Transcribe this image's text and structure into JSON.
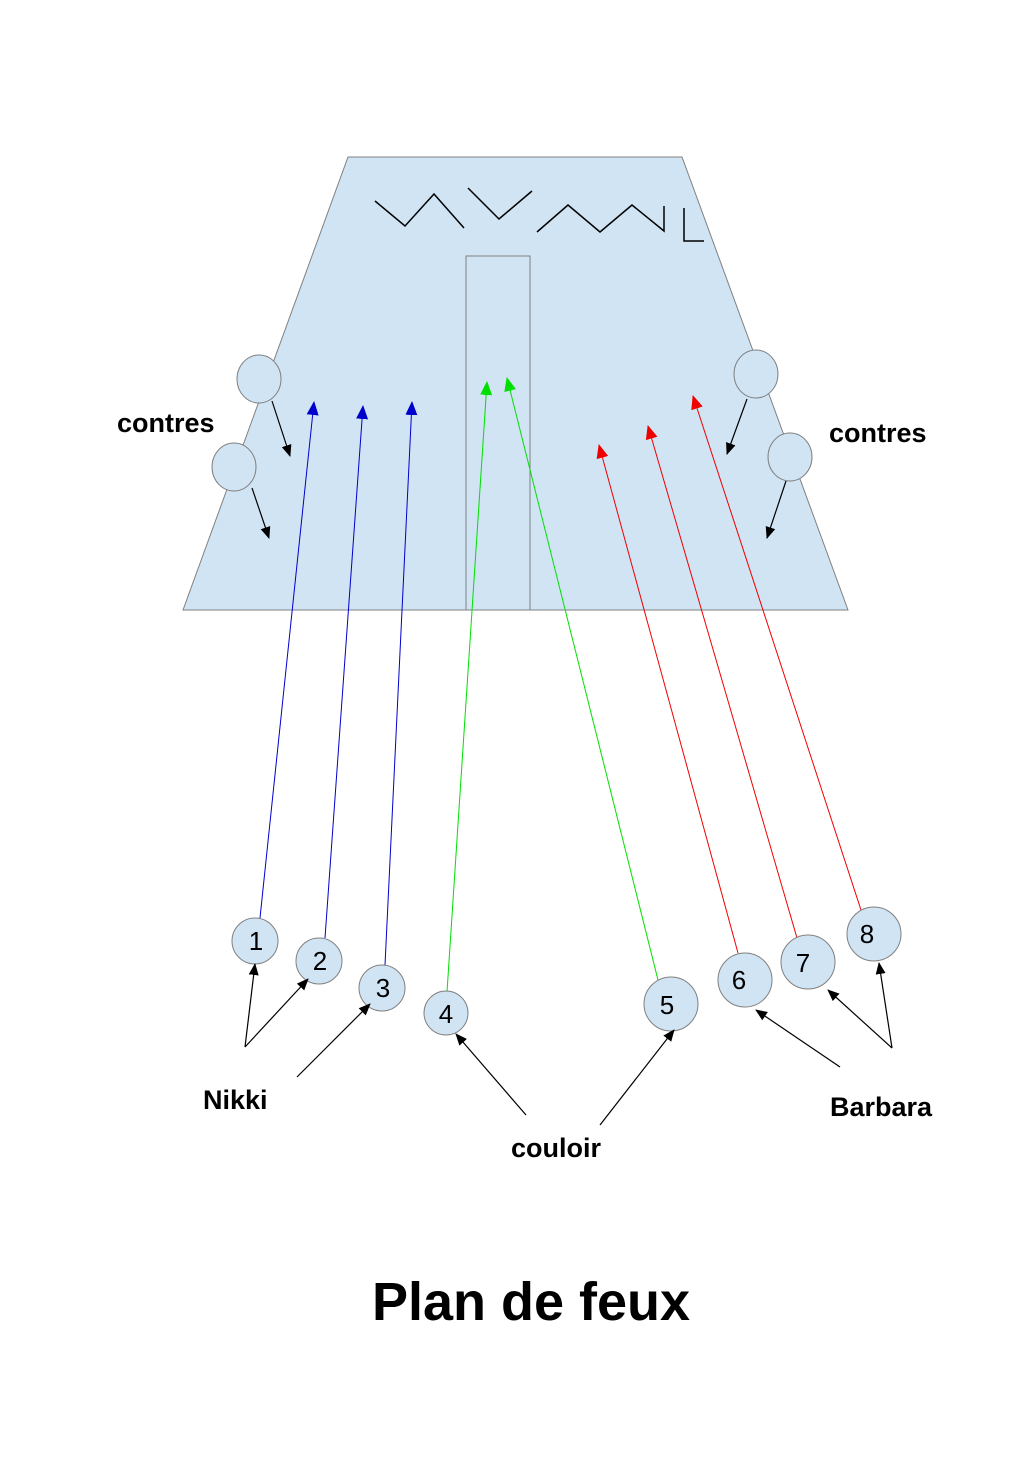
{
  "title": "Plan de feux",
  "labels": {
    "contres_left": "contres",
    "contres_right": "contres",
    "nikki": "Nikki",
    "couloir": "couloir",
    "barbara": "Barbara"
  },
  "lights": [
    {
      "id": "1",
      "group": "nikki"
    },
    {
      "id": "2",
      "group": "nikki"
    },
    {
      "id": "3",
      "group": "nikki"
    },
    {
      "id": "4",
      "group": "couloir"
    },
    {
      "id": "5",
      "group": "couloir"
    },
    {
      "id": "6",
      "group": "barbara"
    },
    {
      "id": "7",
      "group": "barbara"
    },
    {
      "id": "8",
      "group": "barbara"
    }
  ],
  "colors": {
    "stage_fill": "#d0e4f4",
    "stage_stroke": "#808080",
    "light_fill": "#d0e4f4",
    "nikki": "#0000cc",
    "couloir": "#00e000",
    "barbara": "#ee0000",
    "annotation": "#000000"
  }
}
